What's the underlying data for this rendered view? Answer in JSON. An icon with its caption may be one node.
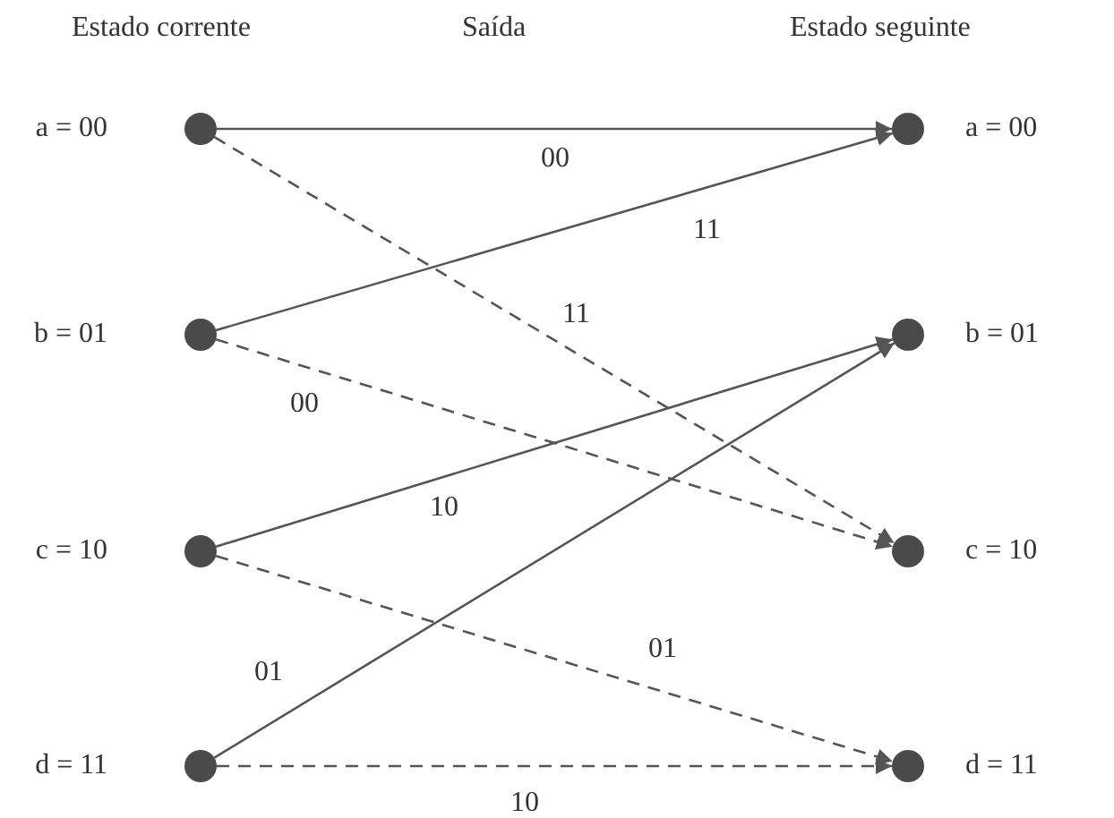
{
  "diagram": {
    "nodes": [
      {
        "text": [],
        "shape": "circle",
        "beside": [
          "a = 00"
        ]
      },
      {
        "text": [],
        "shape": "circle",
        "beside": [
          "a = 00"
        ]
      },
      {
        "text": [],
        "shape": "circle",
        "beside": [
          "b = 01"
        ]
      },
      {
        "text": [],
        "shape": "circle",
        "beside": [
          "b = 01"
        ]
      },
      {
        "text": [],
        "shape": "circle",
        "beside": [
          "c = 10"
        ]
      },
      {
        "text": [],
        "shape": "circle",
        "beside": [
          "c = 10"
        ]
      },
      {
        "text": [],
        "shape": "circle",
        "beside": [
          "d = 11"
        ]
      },
      {
        "text": [],
        "shape": "circle",
        "beside": [
          "d = 11"
        ]
      }
    ],
    "edges": [
      {
        "from": 0,
        "to": 1,
        "arrow": "to",
        "label": "00"
      },
      {
        "from": 0,
        "to": 5,
        "arrow": "to",
        "label": "11",
        "style": "dashed"
      },
      {
        "from": 2,
        "to": 1,
        "arrow": "to",
        "label": "11"
      },
      {
        "from": 2,
        "to": 5,
        "arrow": "to",
        "label": "00",
        "style": "dashed"
      },
      {
        "from": 4,
        "to": 3,
        "arrow": "to",
        "label": "10"
      },
      {
        "from": 4,
        "to": 7,
        "arrow": "to",
        "label": "01",
        "style": "dashed"
      },
      {
        "from": 6,
        "to": 3,
        "arrow": "to",
        "label": "01"
      },
      {
        "from": 6,
        "to": 7,
        "arrow": "to",
        "label": "10",
        "style": "dashed"
      }
    ],
    "labels": [
      "Estado corrente",
      "Saída",
      "Estado seguinte"
    ]
  }
}
